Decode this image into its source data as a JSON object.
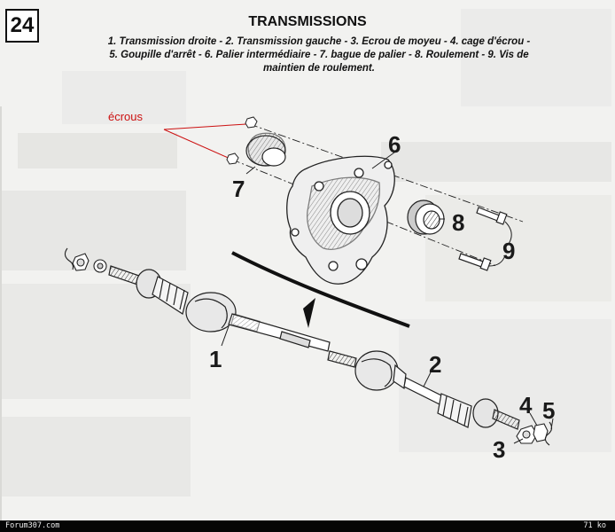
{
  "page_number": "24",
  "title": "TRANSMISSIONS",
  "caption": {
    "line1": "1. Transmission droite - 2. Transmission gauche - 3. Ecrou de moyeu - 4. cage d'écrou -",
    "line2": "5. Goupille d'arrêt - 6. Palier intermédiaire - 7. bague de palier - 8. Roulement - 9. Vis de",
    "line3": "maintien de roulement."
  },
  "annotation": {
    "text": "écrous",
    "color": "#cc1111"
  },
  "part_labels": {
    "p1": "1",
    "p2": "2",
    "p3": "3",
    "p4": "4",
    "p5": "5",
    "p6": "6",
    "p7": "7",
    "p8": "8",
    "p9": "9"
  },
  "footer": {
    "left": "Forum307.com",
    "right": "71 ko"
  }
}
